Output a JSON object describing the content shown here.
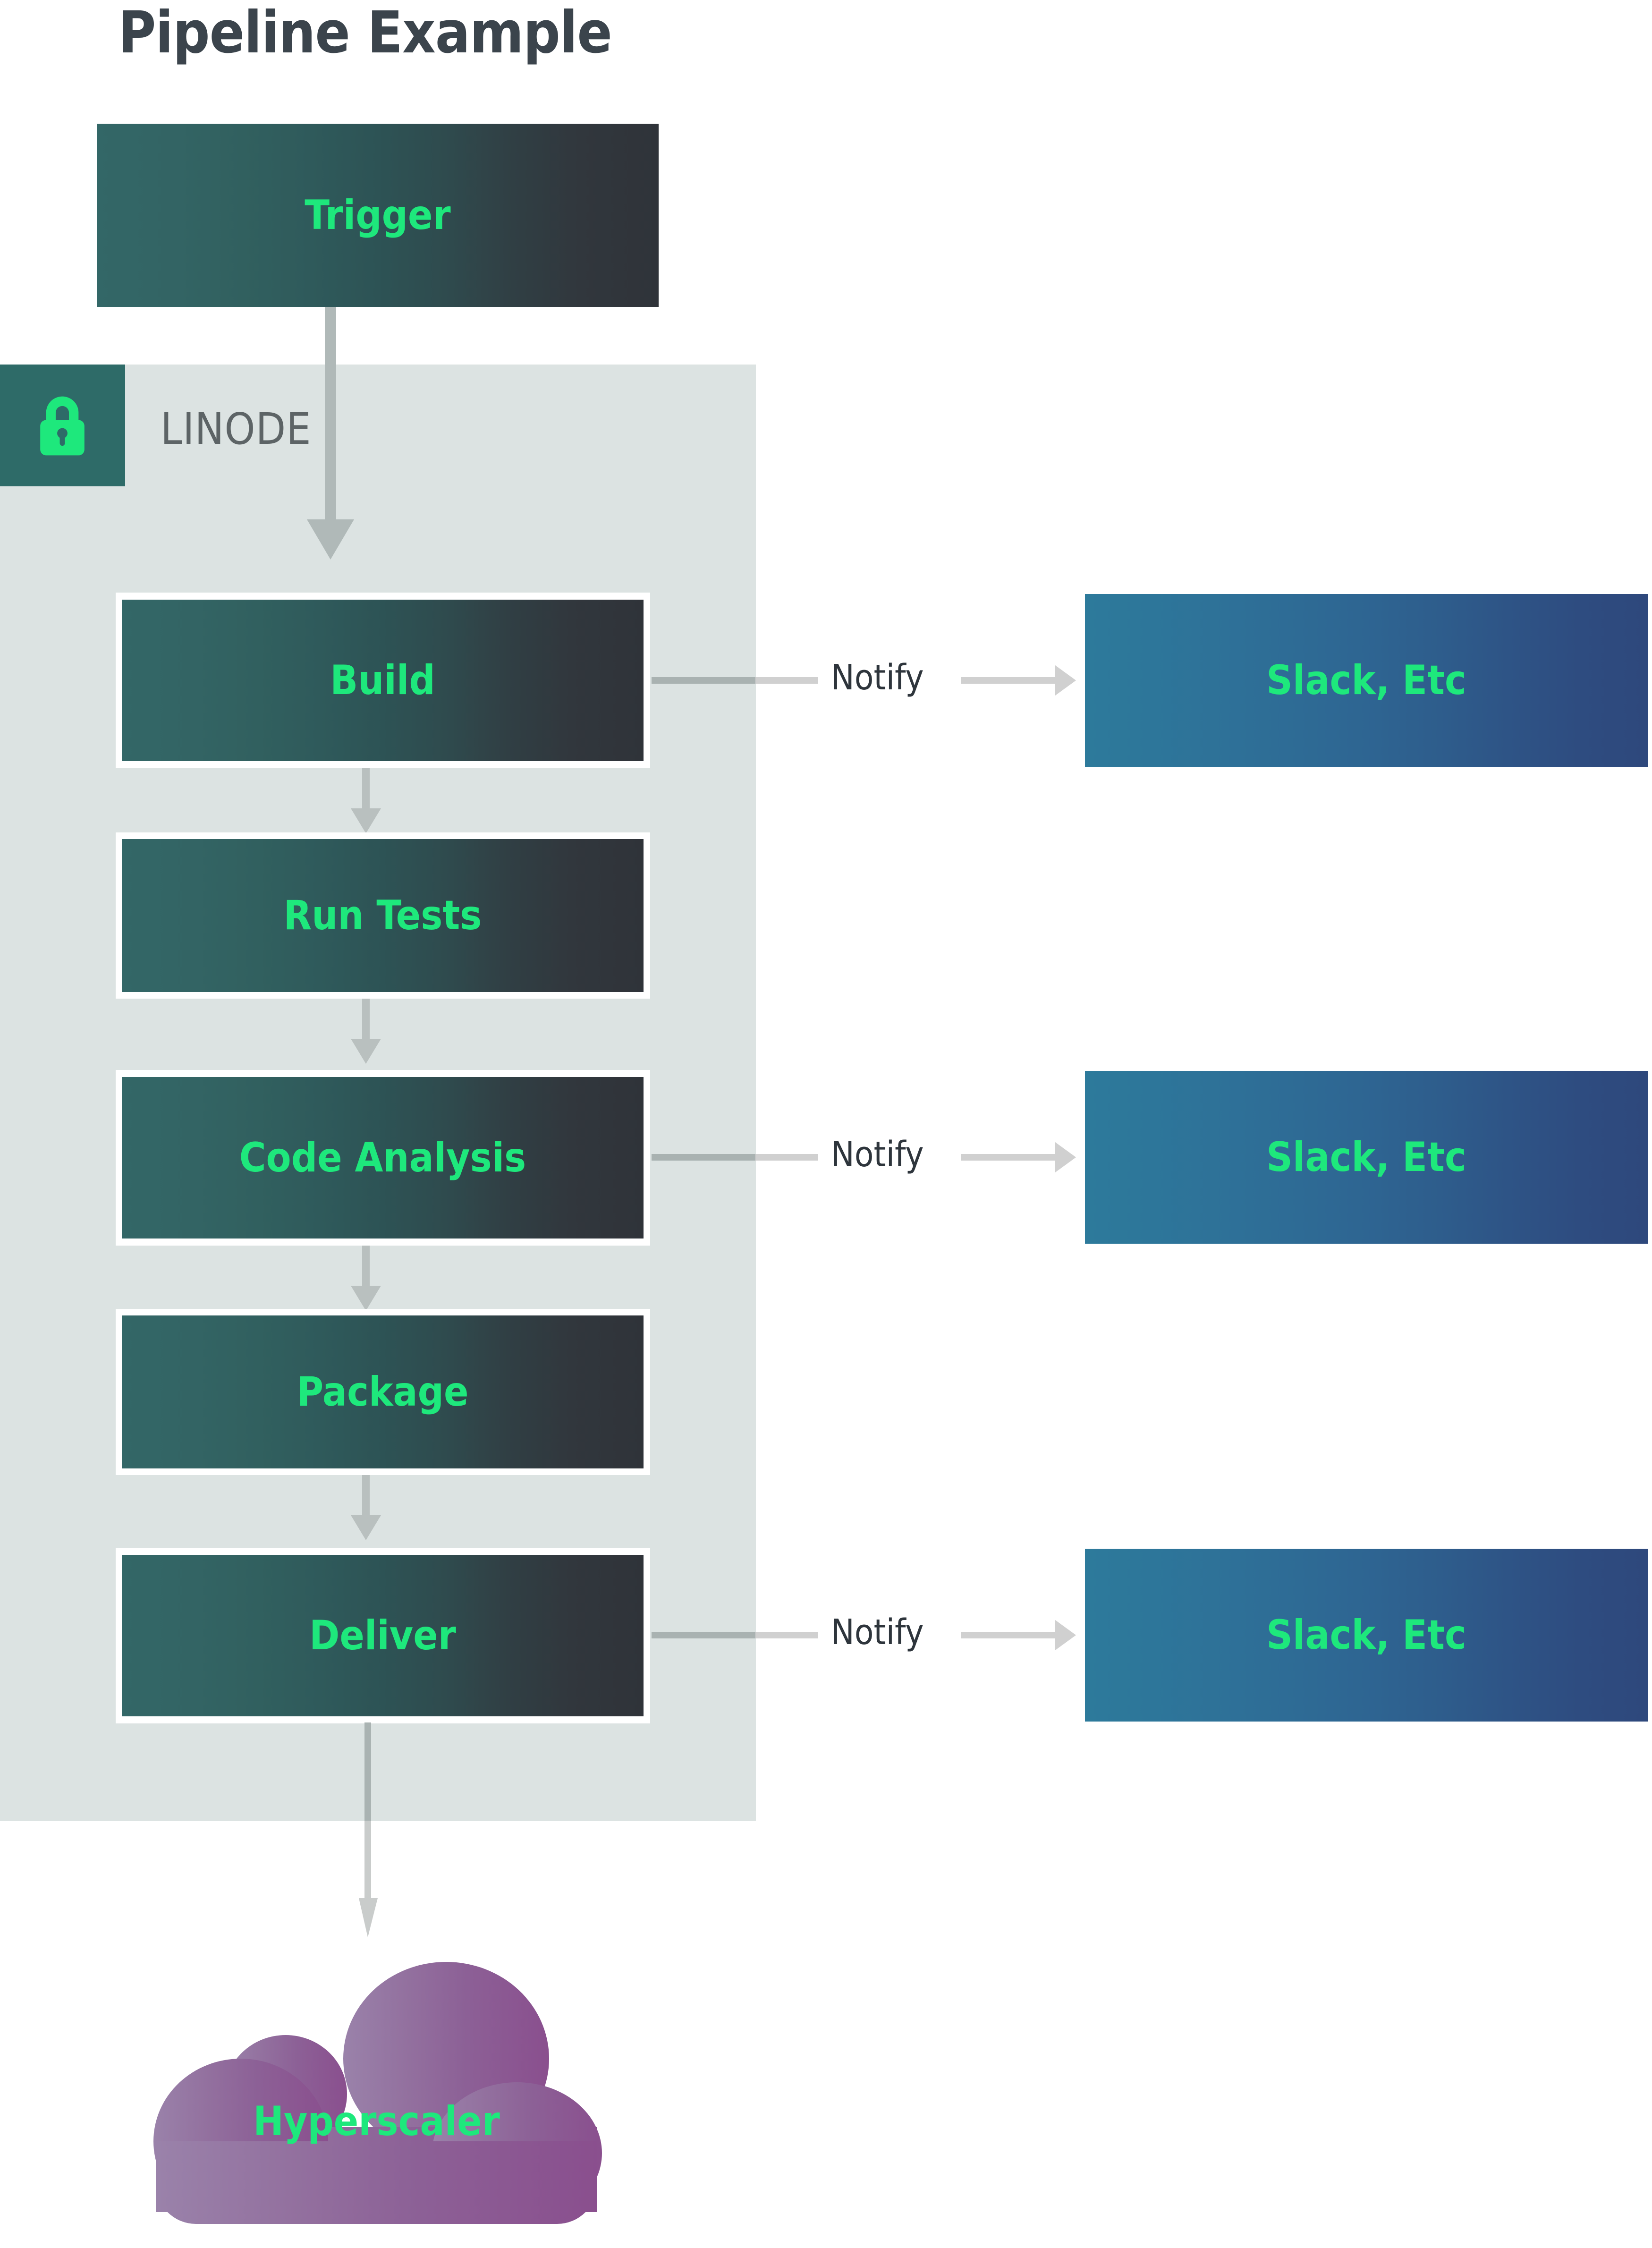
{
  "title": "Pipeline Example",
  "zone": {
    "name": "LINODE",
    "badge_icon": "lock-icon"
  },
  "trigger": {
    "label": "Trigger"
  },
  "stages": [
    {
      "label": "Build"
    },
    {
      "label": "Run Tests"
    },
    {
      "label": "Code Analysis"
    },
    {
      "label": "Package"
    },
    {
      "label": "Deliver"
    }
  ],
  "notifications": [
    {
      "edge_label": "Notify",
      "target": "Slack, Etc"
    },
    {
      "edge_label": "Notify",
      "target": "Slack, Etc"
    },
    {
      "edge_label": "Notify",
      "target": "Slack, Etc"
    }
  ],
  "destination": {
    "label": "Hyperscaler"
  },
  "colors": {
    "accent_green": "#1ee87c",
    "zone_background": "#dce3e2",
    "badge_background": "#2e6b68",
    "title_text": "#3b444c",
    "zone_label_text": "#5d6466",
    "arrow_gray": "#b9c0bf",
    "notify_line": "#d0d0d0",
    "stage_gradient_start": "#336767",
    "stage_gradient_end": "#2f3339",
    "notify_gradient_start": "#2d7a9b",
    "notify_gradient_end": "#2e487c",
    "cloud_gradient_start": "#9379a6",
    "cloud_gradient_end": "#8b4e8d"
  }
}
